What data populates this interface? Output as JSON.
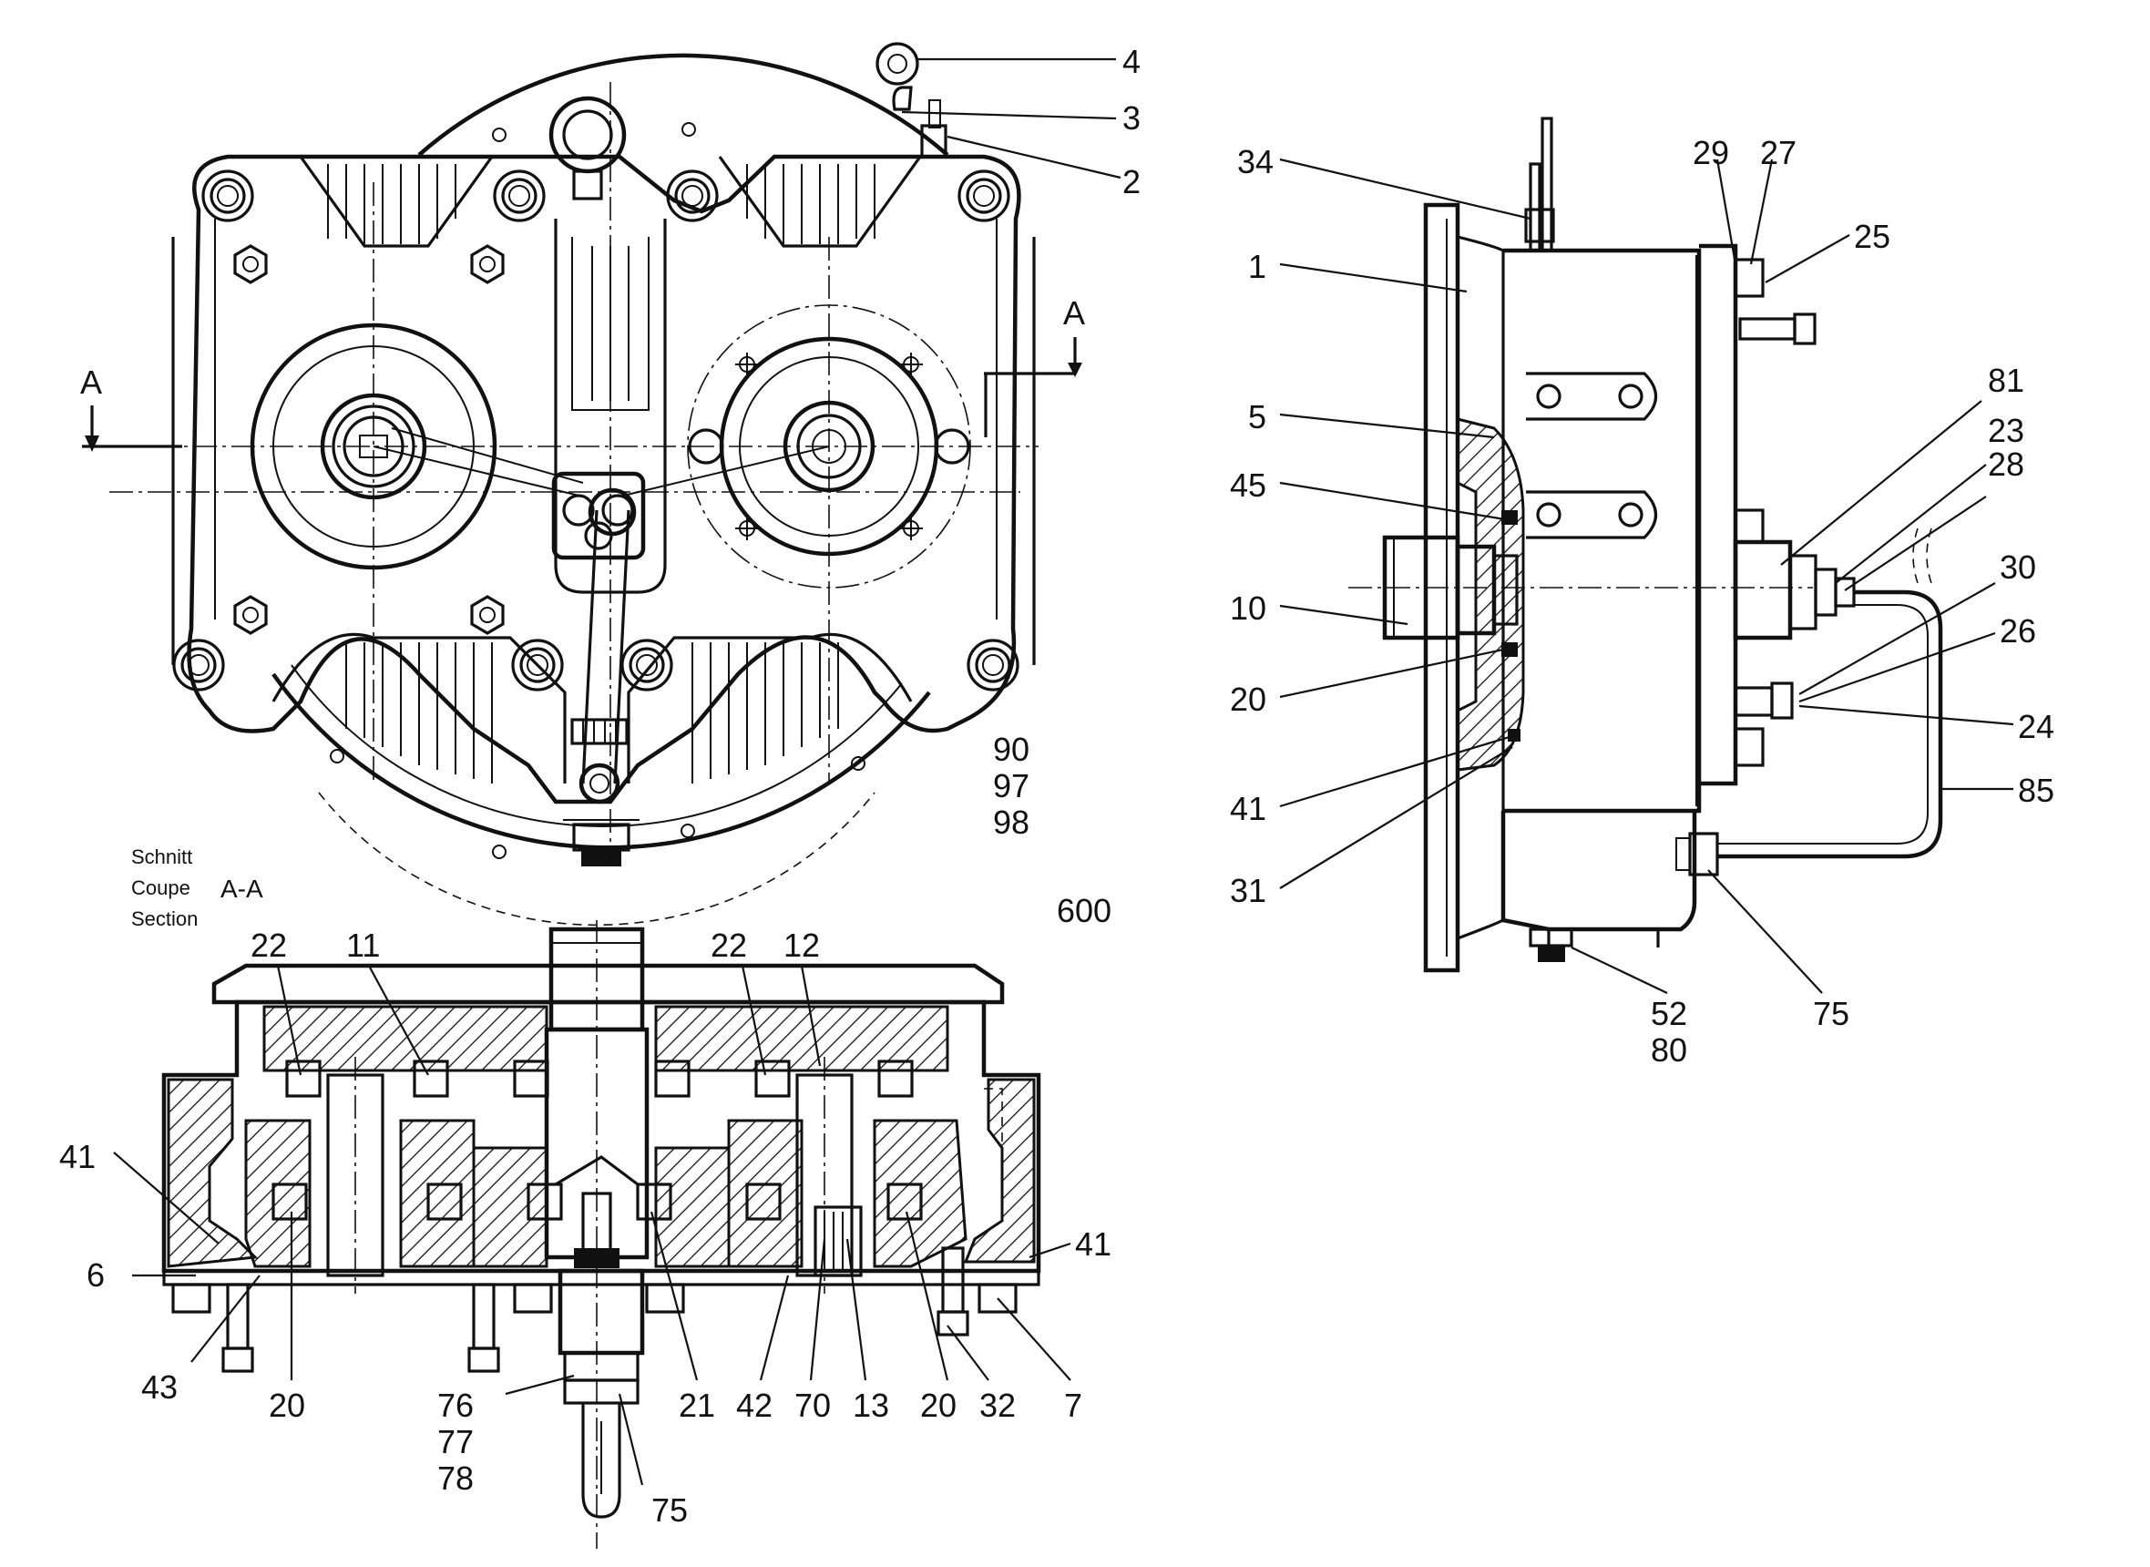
{
  "drawing": {
    "section_title": {
      "de": "Schnitt",
      "fr": "Coupe",
      "en": "Section",
      "name": "A-A"
    },
    "section_markers": {
      "left": "A",
      "right": "A"
    },
    "top_view_labels": [
      "4",
      "3",
      "2",
      "90",
      "97",
      "98",
      "600"
    ],
    "side_view_labels": [
      "34",
      "1",
      "5",
      "45",
      "10",
      "20",
      "41",
      "31",
      "29",
      "27",
      "25",
      "81",
      "23",
      "28",
      "30",
      "26",
      "24",
      "85",
      "75",
      "52",
      "80"
    ],
    "section_view_labels": [
      "22",
      "11",
      "22",
      "12",
      "41",
      "6",
      "43",
      "20",
      "76",
      "77",
      "78",
      "75",
      "21",
      "42",
      "70",
      "13",
      "20",
      "32",
      "7",
      "41"
    ]
  }
}
